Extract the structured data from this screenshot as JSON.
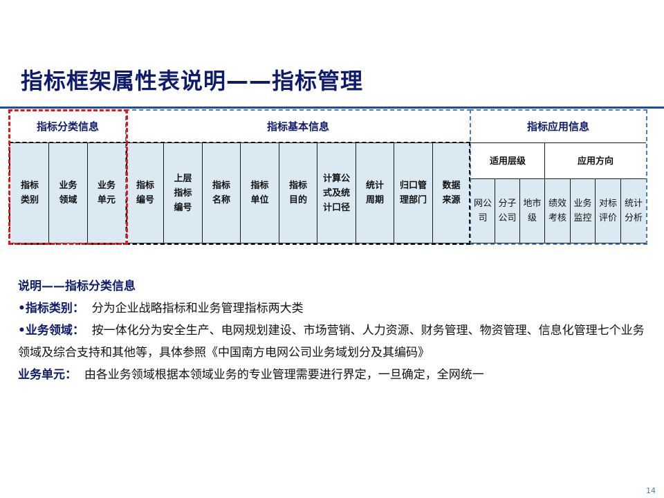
{
  "title": "指标框架属性表说明——指标管理",
  "table": {
    "groups": [
      {
        "label": "指标分类信息"
      },
      {
        "label": "指标基本信息"
      },
      {
        "label": "指标应用信息"
      }
    ],
    "classification_cols": [
      {
        "line1": "指标",
        "line2": "类别"
      },
      {
        "line1": "业务",
        "line2": "领域"
      },
      {
        "line1": "业务",
        "line2": "单元"
      }
    ],
    "basic_cols": [
      {
        "lines": [
          "指标",
          "编号"
        ]
      },
      {
        "lines": [
          "上层",
          "指标",
          "编号"
        ]
      },
      {
        "lines": [
          "指标",
          "名称"
        ]
      },
      {
        "lines": [
          "指标",
          "单位"
        ]
      },
      {
        "lines": [
          "指标",
          "目的"
        ]
      },
      {
        "lines": [
          "计算公",
          "式及统",
          "计口径"
        ]
      },
      {
        "lines": [
          "统计",
          "周期"
        ]
      },
      {
        "lines": [
          "归口管",
          "理部门"
        ]
      },
      {
        "lines": [
          "数据",
          "来源"
        ]
      }
    ],
    "app_subgroups": [
      {
        "label": "适用层级"
      },
      {
        "label": "应用方向"
      }
    ],
    "app_cols": [
      {
        "line1": "网公",
        "line2": "司"
      },
      {
        "line1": "分子",
        "line2": "公司"
      },
      {
        "line1": "地市",
        "line2": "级"
      },
      {
        "line1": "绩效",
        "line2": "考核"
      },
      {
        "line1": "业务",
        "line2": "监控"
      },
      {
        "line1": "对标",
        "line2": "评价"
      },
      {
        "line1": "统计",
        "line2": "分析"
      }
    ]
  },
  "notes": {
    "heading": "说明——指标分类信息",
    "items": [
      {
        "term": "•指标类别：",
        "text": "分为企业战略指标和业务管理指标两大类"
      },
      {
        "term": "•业务领域：",
        "text": "按一体化分为安全生产、电网规划建设、市场营销、人力资源、财务管理、物资管理、信息化管理七个业务领域及综合支持和其他等，具体参照《中国南方电网公司业务域划分及其编码》"
      },
      {
        "term": "业务单元：",
        "text": "由各业务领域根据本领域业务的专业管理需要进行界定，一旦确定，全网统一"
      }
    ]
  },
  "page_number": "14",
  "colors": {
    "title": "#0d1b6e",
    "rule": "#1f4e9c",
    "cell_bg": "#dbeaf2",
    "red_box": "#e01818",
    "blue_box": "#4a7cc2"
  }
}
